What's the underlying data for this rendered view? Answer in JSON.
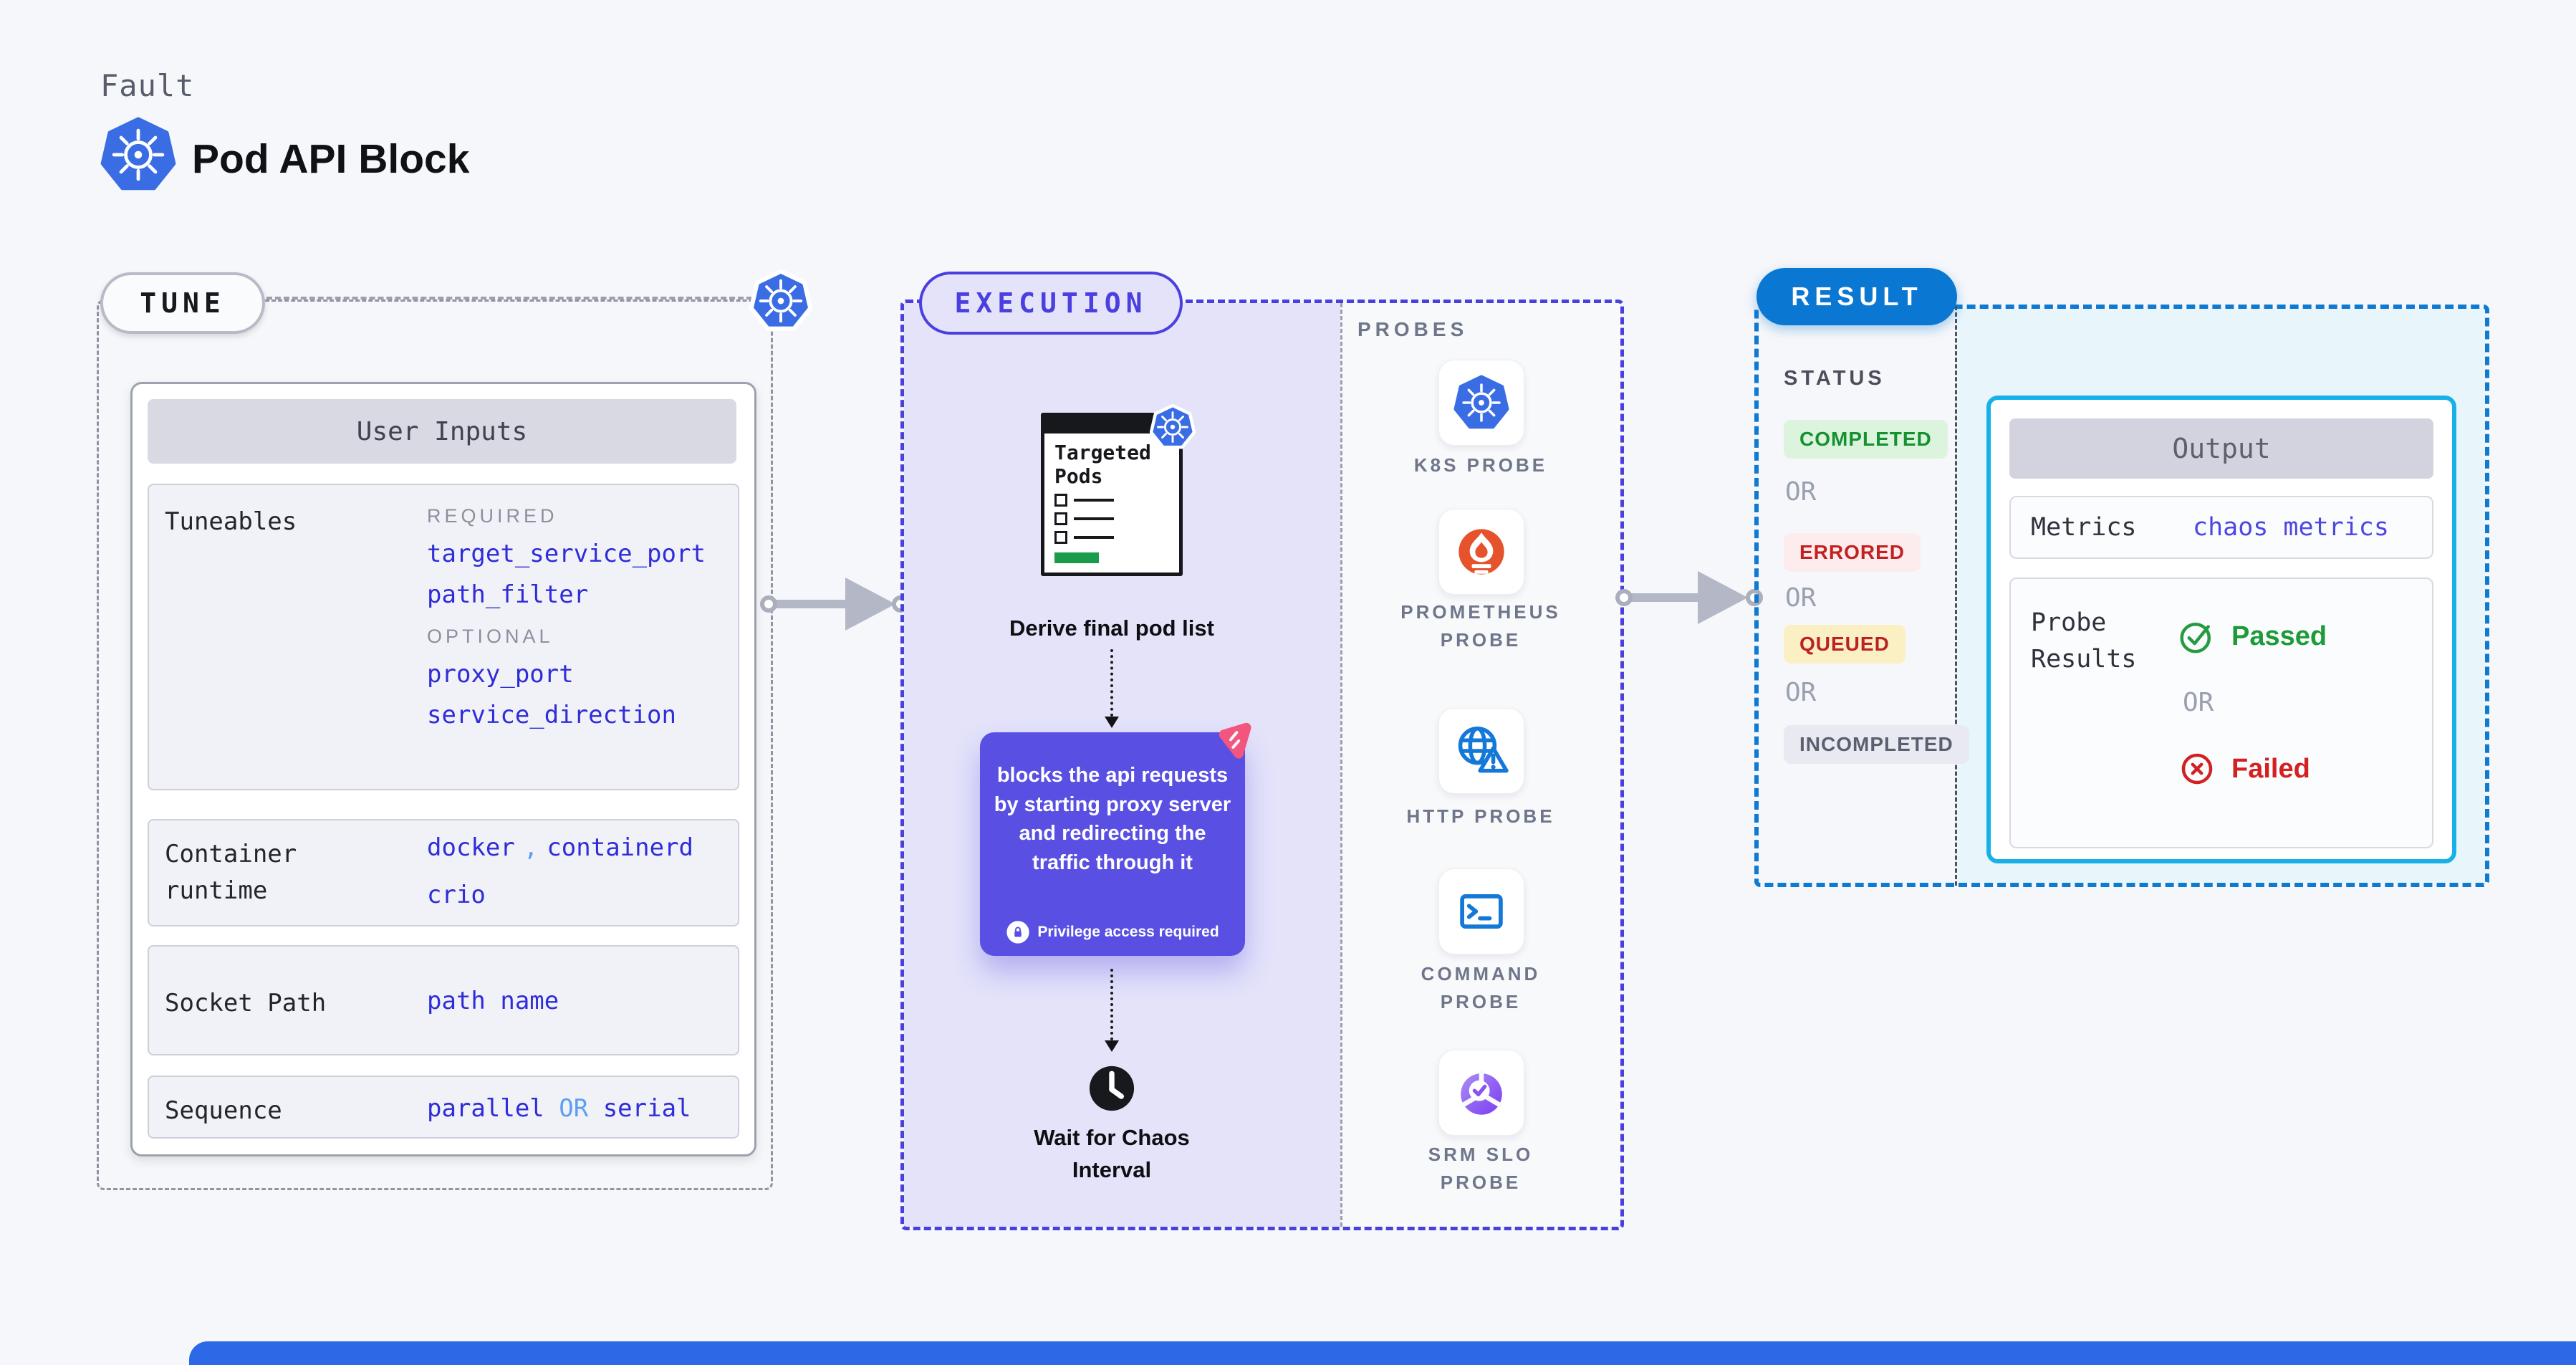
{
  "page": {
    "kicker": "Fault",
    "title": "Pod API Block"
  },
  "tune": {
    "badge": "TUNE",
    "card_header": "User Inputs",
    "tuneables": {
      "label": "Tuneables",
      "required_label": "REQUIRED",
      "required_params": [
        "target_service_port",
        "path_filter"
      ],
      "optional_label": "OPTIONAL",
      "optional_params": [
        "proxy_port",
        "service_direction"
      ]
    },
    "container_runtime": {
      "label": "Container runtime",
      "value_a": "docker",
      "separator": ",",
      "value_b": "containerd",
      "value_c": "crio"
    },
    "socket_path": {
      "label": "Socket Path",
      "value": "path name"
    },
    "sequence": {
      "label": "Sequence",
      "value_a": "parallel",
      "or": "OR",
      "value_b": "serial"
    }
  },
  "execution": {
    "badge": "EXECUTION",
    "targeted_pods_title": "Targeted Pods",
    "derive_label": "Derive final pod list",
    "description": "blocks the api requests by starting proxy server and redirecting the traffic through it",
    "privilege_note": "Privilege access required",
    "wait_label": "Wait for Chaos Interval",
    "probes_heading": "PROBES",
    "probes": [
      {
        "name": "k8s-probe",
        "label": "K8S PROBE"
      },
      {
        "name": "prometheus-probe",
        "label": "PROMETHEUS PROBE"
      },
      {
        "name": "http-probe",
        "label": "HTTP PROBE"
      },
      {
        "name": "command-probe",
        "label": "COMMAND PROBE"
      },
      {
        "name": "srm-slo-probe",
        "label": "SRM SLO PROBE"
      }
    ]
  },
  "result": {
    "badge": "RESULT",
    "status": {
      "heading": "STATUS",
      "or": "OR",
      "items": [
        {
          "label": "COMPLETED",
          "type": "success"
        },
        {
          "label": "ERRORED",
          "type": "error"
        },
        {
          "label": "QUEUED",
          "type": "warning"
        },
        {
          "label": "INCOMPLETED",
          "type": "muted"
        }
      ]
    },
    "output": {
      "header": "Output",
      "metrics_label": "Metrics",
      "metrics_value": "chaos metrics",
      "probe_results_label": "Probe Results",
      "passed": "Passed",
      "or": "OR",
      "failed": "Failed"
    }
  },
  "colors": {
    "kubernetes_blue": "#3a6de4",
    "tune_gray": "#8f95a2",
    "execution_indigo": "#4b40df",
    "execution_fill": "#e4e3fa",
    "result_blue": "#0a78d2",
    "output_border_cyan": "#17b1e9",
    "param_blue": "#2f2cd9",
    "accent_light_blue": "#5a9ff2",
    "purple_box": "#5a4fe3",
    "litmus_pink": "#f2567e",
    "success_green": "#169130",
    "error_red": "#c32121",
    "prometheus_orange": "#e6522c"
  }
}
